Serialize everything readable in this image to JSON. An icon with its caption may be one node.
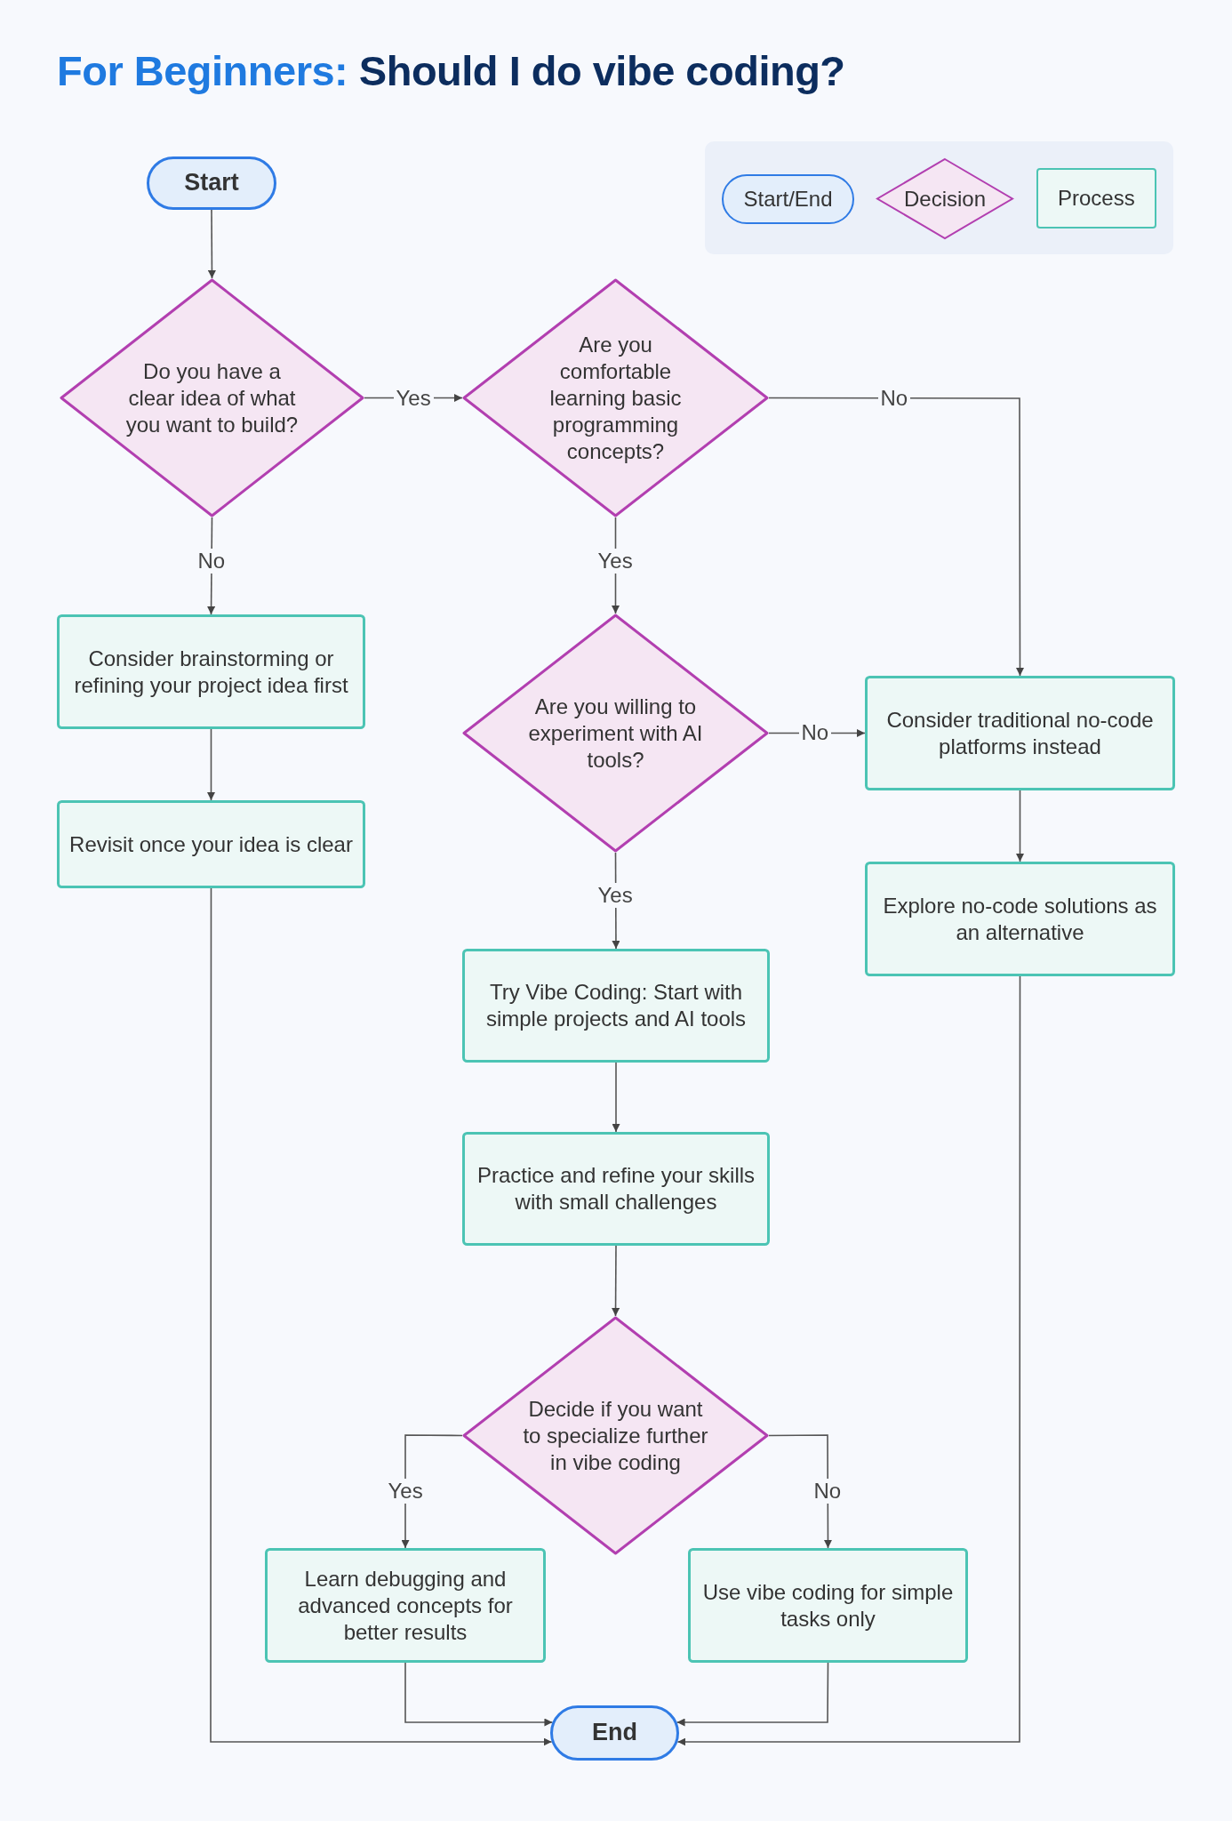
{
  "diagram": {
    "title": "For Beginners: Should I do vibe coding?",
    "nodes": [
      {
        "text": [
          "Start"
        ]
      },
      {
        "text": [
          "Do you have a clear idea of what you want to build?"
        ]
      },
      {
        "text": [
          "Are you comfortable learning basic programming concepts?"
        ]
      },
      {
        "text": [
          "Consider brainstorming or refining your project idea first"
        ]
      },
      {
        "text": [
          "Revisit once your idea is clear"
        ]
      },
      {
        "text": [
          "Are you willing to experiment with AI tools?"
        ]
      },
      {
        "text": [
          "Consider traditional no-code platforms instead"
        ]
      },
      {
        "text": [
          "Try Vibe Coding: Start with simple projects and AI tools"
        ]
      },
      {
        "text": [
          "Explore no-code solutions as an alternative"
        ]
      },
      {
        "text": [
          "Practice and refine your skills with small challenges"
        ]
      },
      {
        "text": [
          "Decide if you want to specialize further in vibe coding"
        ]
      },
      {
        "text": [
          "Learn debugging and advanced concepts for better results"
        ]
      },
      {
        "text": [
          "Use vibe coding for simple tasks only"
        ]
      },
      {
        "text": [
          "End"
        ]
      }
    ],
    "edges": [
      {
        "from": 0,
        "to": 1,
        "arrow": "to"
      },
      {
        "from": 1,
        "to": 2,
        "arrow": "to",
        "label": "Yes"
      },
      {
        "from": 2,
        "to": 6,
        "arrow": "to",
        "label": "No"
      },
      {
        "from": 1,
        "to": 3,
        "arrow": "to",
        "label": "No"
      },
      {
        "from": 2,
        "to": 5,
        "arrow": "to",
        "label": "Yes"
      },
      {
        "from": 3,
        "to": 4,
        "arrow": "to"
      },
      {
        "from": 5,
        "to": 6,
        "arrow": "to",
        "label": "No"
      },
      {
        "from": 5,
        "to": 7,
        "arrow": "to",
        "label": "Yes"
      },
      {
        "from": 6,
        "to": 8,
        "arrow": "to"
      },
      {
        "from": 7,
        "to": 9,
        "arrow": "to"
      },
      {
        "from": 9,
        "to": 10,
        "arrow": "to"
      },
      {
        "from": 10,
        "to": 11,
        "arrow": "to",
        "label": "Yes"
      },
      {
        "from": 10,
        "to": 12,
        "arrow": "to",
        "label": "No"
      },
      {
        "from": 4,
        "to": 13,
        "arrow": "to"
      },
      {
        "from": 11,
        "to": 13,
        "arrow": "to"
      },
      {
        "from": 12,
        "to": 13,
        "arrow": "to"
      },
      {
        "from": 8,
        "to": 13,
        "arrow": "to"
      }
    ],
    "legend": [
      {
        "text": "Start/End"
      },
      {
        "text": "Decision"
      },
      {
        "text": "Process"
      }
    ]
  }
}
